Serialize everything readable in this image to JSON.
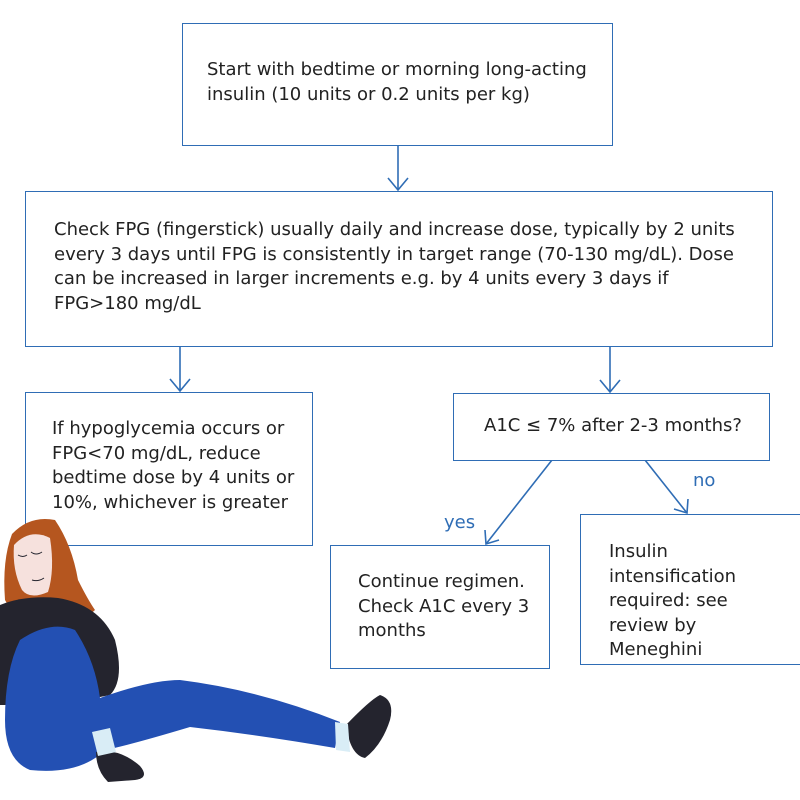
{
  "colors": {
    "border": "#2f6db5",
    "text": "#222222",
    "hair": "#b5561f",
    "sweater": "#24242e",
    "pants": "#2350b3",
    "skin": "#f6e1dd"
  },
  "flowchart": {
    "start": "Start with bedtime or morning long-acting insulin (10 units or 0.2 units per kg)",
    "titrate": "Check FPG (fingerstick) usually daily and increase dose, typically by 2 units every 3 days until FPG is consistently in target range (70-130 mg/dL). Dose can be increased in larger increments e.g. by 4 units every 3 days if FPG>180 mg/dL",
    "hypo": "If hypoglycemia occurs or FPG<70 mg/dL, reduce bedtime dose by 4 units or 10%, whichever is greater",
    "decision": "A1C ≤ 7% after 2-3 months?",
    "yes_label": "yes",
    "no_label": "no",
    "continue": "Continue regimen. Check A1C every 3 months",
    "intensify": "Insulin intensification required: see review by Meneghini"
  },
  "illustration": "woman-sitting"
}
